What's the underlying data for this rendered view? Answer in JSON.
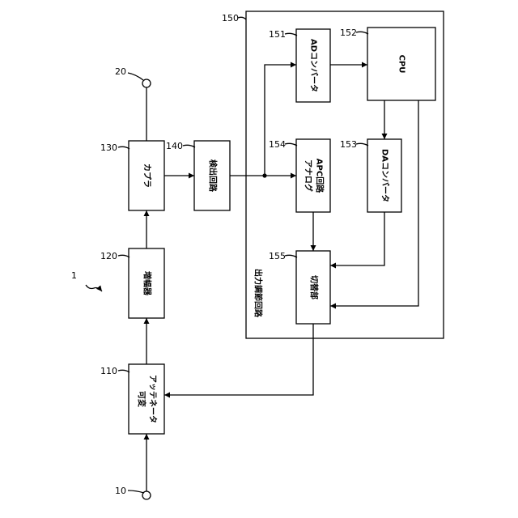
{
  "refs": {
    "system": "1",
    "input_terminal": "10",
    "output_terminal": "20",
    "attenuator": "110",
    "amplifier": "120",
    "coupler": "130",
    "detector": "140",
    "power_control": "150",
    "ad_converter": "151",
    "cpu": "152",
    "da_converter": "153",
    "analog_apc": "154",
    "switch": "155"
  },
  "labels": {
    "attenuator_line1": "可変",
    "attenuator_line2": "アッテネータ",
    "amplifier": "増幅器",
    "coupler": "カプラ",
    "detector": "検出回路",
    "ad_converter": "ADコンバータ",
    "cpu": "CPU",
    "da_converter": "DAコンバータ",
    "analog_apc_line1": "アナログ",
    "analog_apc_line2": "APC回路",
    "switch": "切替部",
    "power_control": "出力調節回路"
  }
}
